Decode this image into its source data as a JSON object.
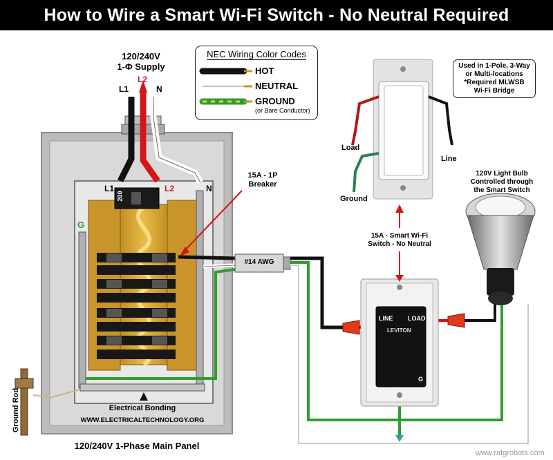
{
  "title": "How to Wire a Smart Wi-Fi Switch - No Neutral Required",
  "supply": {
    "line1": "120/240V",
    "line2": "1-Φ Supply"
  },
  "terminals": {
    "l1": "L1",
    "l2": "L2",
    "n": "N",
    "g": "G",
    "bus_l1": "L1",
    "bus_l2": "L2",
    "bus_n": "N",
    "main_breaker": "200"
  },
  "legend": {
    "title": "NEC Wiring Color Codes",
    "hot": "HOT",
    "neutral": "NEUTRAL",
    "ground": "GROUND",
    "ground_note": "(or Bare Conductor)"
  },
  "note": {
    "lines": [
      "Used in 1-Pole, 3-Way",
      "or Multi-locations",
      "*Required MLWSB",
      "Wi-Fi Bridge"
    ]
  },
  "labels": {
    "breaker_line1": "15A - 1P",
    "breaker_line2": "Breaker",
    "cable": "#14 AWG",
    "switch_line1": "15A - Smart Wi-Fi",
    "switch_line2": "Switch - No Neutral",
    "bulb_line1": "120V Light Bulb",
    "bulb_line2": "Controlled through",
    "bulb_line3": "the Smart Switch",
    "load": "Load",
    "line": "Line",
    "ground": "Ground",
    "switch_line_term": "LINE",
    "switch_load_term": "LOAD",
    "switch_g_term": "G",
    "switch_brand": "LEVITON",
    "bonding": "Electrical Bonding",
    "website": "WWW.ELECTRICALTECHNOLOGY.ORG",
    "panel": "120/240V 1-Phase Main Panel",
    "ground_rod": "Ground Rod",
    "watermark": "www.rafgrobots.com"
  },
  "colors": {
    "hot": "#000000",
    "line_hot": "#d41616",
    "neutral": "#ffffff",
    "ground": "#2f9e2f",
    "busbar": "#d4a02a",
    "panel": "#c8c8c8"
  }
}
